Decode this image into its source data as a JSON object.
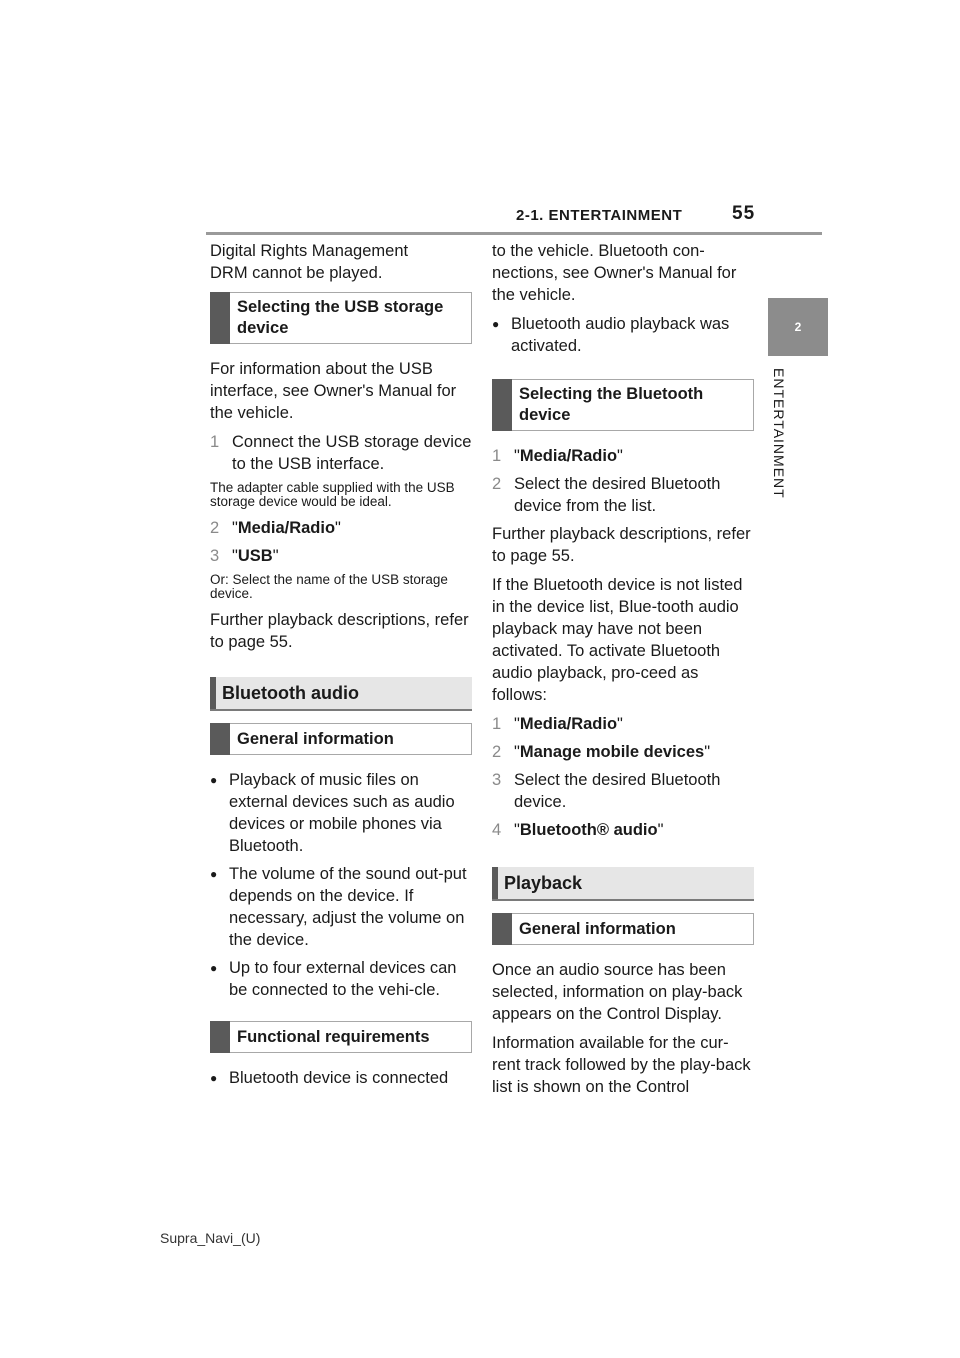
{
  "header": {
    "title": "2-1. ENTERTAINMENT",
    "page": "55"
  },
  "tab": {
    "number": "2",
    "label": "ENTERTAINMENT"
  },
  "left": {
    "intro": [
      "Digital Rights Management",
      "DRM cannot be played."
    ],
    "usb_heading": "Selecting the USB storage device",
    "usb_info": "For information about the USB interface, see Owner's Manual for the vehicle.",
    "step1_num": "1",
    "step1_text": "Connect the USB storage device to the USB interface.",
    "note1": "The adapter cable supplied with the USB storage device would be ideal.",
    "step2_num": "2",
    "step2_text": "Media/Radio",
    "step3_num": "3",
    "step3_text": "USB",
    "note2": "Or: Select the name of the USB storage device.",
    "further": "Further playback descriptions, refer to page 55.",
    "bt_heading": "Bluetooth audio",
    "general_heading": "General information",
    "bullets": [
      "Playback of music files on external devices such as audio devices or mobile phones via Bluetooth.",
      "The volume of the sound out-put depends on the device. If necessary, adjust the volume on the device.",
      "Up to four external devices can be connected to the vehi-cle."
    ],
    "func_heading": "Functional requirements",
    "func_bullet": "Bluetooth device is connected"
  },
  "right": {
    "cont": "to the vehicle. Bluetooth con-nections, see Owner's Manual for the vehicle.",
    "bullet": "Bluetooth audio playback was activated.",
    "select_heading": "Selecting the Bluetooth device",
    "steps_a": [
      {
        "num": "1",
        "text": "Media/Radio",
        "bold": true
      },
      {
        "num": "2",
        "text": "Select the desired Bluetooth device from the list.",
        "bold": false
      }
    ],
    "further": "Further playback descriptions, refer to page 55.",
    "ifnot": "If the Bluetooth device is not listed in the device list, Blue-tooth audio playback may have not been activated. To activate Bluetooth audio playback, pro-ceed as follows:",
    "steps_b": [
      {
        "num": "1",
        "text": "Media/Radio",
        "bold": true
      },
      {
        "num": "2",
        "text": "Manage mobile devices",
        "bold": true
      },
      {
        "num": "3",
        "text": "Select the desired Bluetooth device.",
        "bold": false
      },
      {
        "num": "4",
        "text": "Bluetooth® audio",
        "bold": true
      }
    ],
    "playback_heading": "Playback",
    "general_heading": "General information",
    "once": "Once an audio source has been selected, information on play-back appears on the Control Display.",
    "info": "Information available for the cur-rent track followed by the play-back list is shown on the Control"
  },
  "footer": "Supra_Navi_(U)"
}
